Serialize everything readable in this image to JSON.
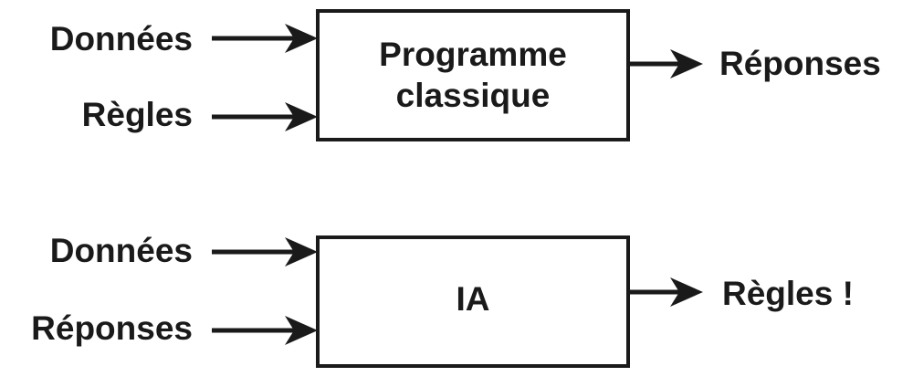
{
  "top_diagram": {
    "input_1": "Données",
    "input_2": "Règles",
    "box_line_1": "Programme",
    "box_line_2": "classique",
    "output": "Réponses"
  },
  "bottom_diagram": {
    "input_1": "Données",
    "input_2": "Réponses",
    "box_text": "IA",
    "output": "Règles !"
  },
  "colors": {
    "stroke": "#1a1a1a",
    "background": "#ffffff"
  }
}
